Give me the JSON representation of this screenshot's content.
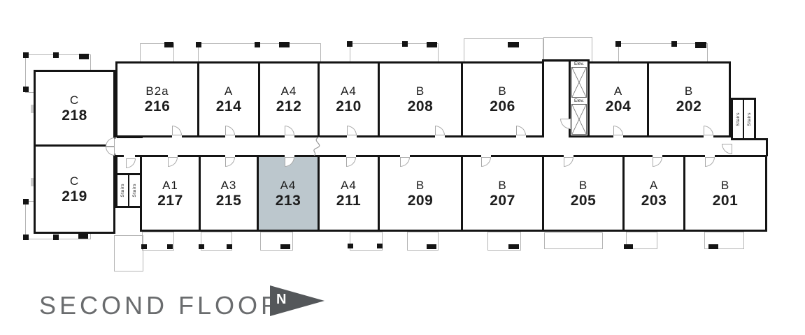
{
  "plan": {
    "title": "SECOND FLOOR",
    "north_label": "N",
    "elevator_label": "Elev.",
    "stairs_label": "Stairs",
    "units": [
      {
        "type": "C",
        "number": "218",
        "highlighted": false
      },
      {
        "type": "B2a",
        "number": "216",
        "highlighted": false
      },
      {
        "type": "A",
        "number": "214",
        "highlighted": false
      },
      {
        "type": "A4",
        "number": "212",
        "highlighted": false
      },
      {
        "type": "A4",
        "number": "210",
        "highlighted": false
      },
      {
        "type": "B",
        "number": "208",
        "highlighted": false
      },
      {
        "type": "B",
        "number": "206",
        "highlighted": false
      },
      {
        "type": "A",
        "number": "204",
        "highlighted": false
      },
      {
        "type": "B",
        "number": "202",
        "highlighted": false
      },
      {
        "type": "C",
        "number": "219",
        "highlighted": false
      },
      {
        "type": "A1",
        "number": "217",
        "highlighted": false
      },
      {
        "type": "A3",
        "number": "215",
        "highlighted": false
      },
      {
        "type": "A4",
        "number": "213",
        "highlighted": true
      },
      {
        "type": "A4",
        "number": "211",
        "highlighted": false
      },
      {
        "type": "B",
        "number": "209",
        "highlighted": false
      },
      {
        "type": "B",
        "number": "207",
        "highlighted": false
      },
      {
        "type": "B",
        "number": "205",
        "highlighted": false
      },
      {
        "type": "A",
        "number": "203",
        "highlighted": false
      },
      {
        "type": "B",
        "number": "201",
        "highlighted": false
      }
    ]
  },
  "colors": {
    "wall": "#141414",
    "highlight": "#bcc7cd",
    "door_arc": "#a8a8a8",
    "balcony_outline": "#b4b4b4",
    "title_text": "#6a6c6e",
    "north_arrow": "#54575a",
    "unit_text": "#1d1d1d"
  }
}
